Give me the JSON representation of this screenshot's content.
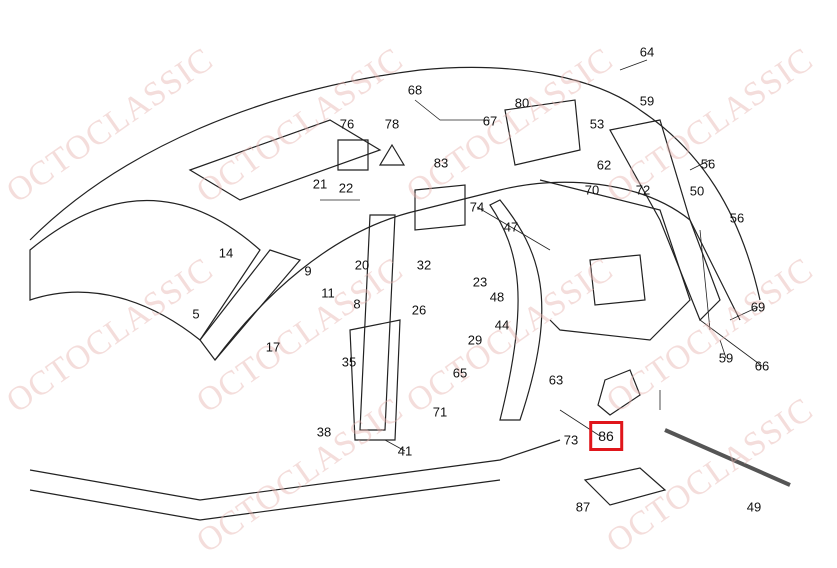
{
  "diagram": {
    "title": "Interior trim panels parts diagram",
    "highlighted_part": "86",
    "highlight_color": "#e0161b",
    "watermark": "OCTOCLASSIC",
    "parts": [
      {
        "id": "p64",
        "label": "64"
      },
      {
        "id": "p68",
        "label": "68"
      },
      {
        "id": "p67",
        "label": "67"
      },
      {
        "id": "p80",
        "label": "80"
      },
      {
        "id": "p59a",
        "label": "59"
      },
      {
        "id": "p76",
        "label": "76"
      },
      {
        "id": "p78",
        "label": "78"
      },
      {
        "id": "p53",
        "label": "53"
      },
      {
        "id": "p56a",
        "label": "56"
      },
      {
        "id": "p83",
        "label": "83"
      },
      {
        "id": "p62",
        "label": "62"
      },
      {
        "id": "p70",
        "label": "70"
      },
      {
        "id": "p72",
        "label": "72"
      },
      {
        "id": "p50",
        "label": "50"
      },
      {
        "id": "p21",
        "label": "21"
      },
      {
        "id": "p22",
        "label": "22"
      },
      {
        "id": "p74",
        "label": "74"
      },
      {
        "id": "p47",
        "label": "47"
      },
      {
        "id": "p56b",
        "label": "56"
      },
      {
        "id": "p14",
        "label": "14"
      },
      {
        "id": "p20",
        "label": "20"
      },
      {
        "id": "p32",
        "label": "32"
      },
      {
        "id": "p23",
        "label": "23"
      },
      {
        "id": "p9",
        "label": "9"
      },
      {
        "id": "p11",
        "label": "11"
      },
      {
        "id": "p8",
        "label": "8"
      },
      {
        "id": "p48",
        "label": "48"
      },
      {
        "id": "p26",
        "label": "26"
      },
      {
        "id": "p44",
        "label": "44"
      },
      {
        "id": "p5",
        "label": "5"
      },
      {
        "id": "p17",
        "label": "17"
      },
      {
        "id": "p29",
        "label": "29"
      },
      {
        "id": "p69",
        "label": "69"
      },
      {
        "id": "p35",
        "label": "35"
      },
      {
        "id": "p65",
        "label": "65"
      },
      {
        "id": "p63",
        "label": "63"
      },
      {
        "id": "p59b",
        "label": "59"
      },
      {
        "id": "p66",
        "label": "66"
      },
      {
        "id": "p71",
        "label": "71"
      },
      {
        "id": "p38",
        "label": "38"
      },
      {
        "id": "p73",
        "label": "73"
      },
      {
        "id": "p86",
        "label": "86"
      },
      {
        "id": "p41",
        "label": "41"
      },
      {
        "id": "p87",
        "label": "87"
      },
      {
        "id": "p49",
        "label": "49"
      }
    ]
  }
}
